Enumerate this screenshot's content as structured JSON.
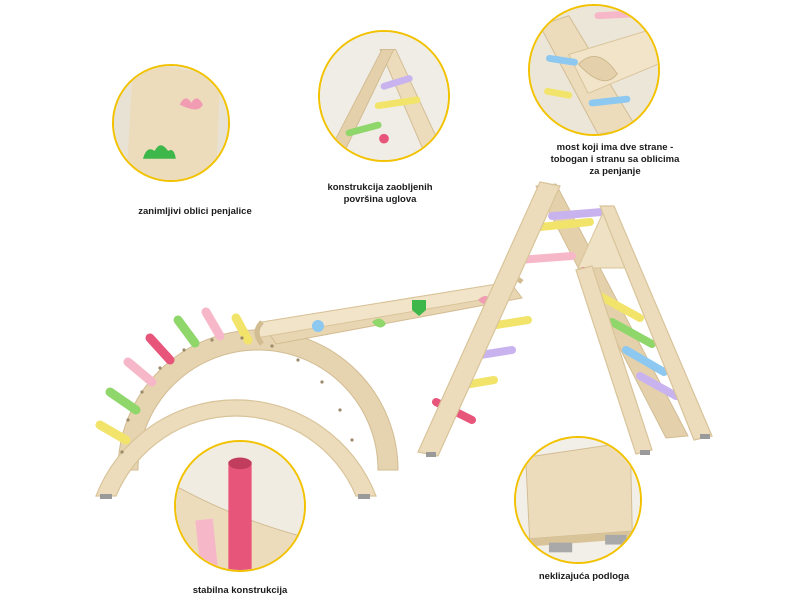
{
  "captions": {
    "shapes": "zanimljivi oblici penjalice",
    "corners_line1": "konstrukcija zaobljenih",
    "corners_line2": "površina uglova",
    "bridge_line1": "most koji ima dve strane -",
    "bridge_line2": "tobogan i stranu sa oblicima",
    "bridge_line3": "za penjanje",
    "stable": "stabilna konstrukcija",
    "nonslip": "neklizajuća podloga"
  },
  "colors": {
    "wood": "#ecdcbc",
    "wood_edge": "#d9c49a",
    "accent_ring": "#f2c200",
    "rung_yellow": "#f2e46a",
    "rung_green": "#8fd66b",
    "rung_pink": "#f6b8c8",
    "rung_purple": "#c9b3ee",
    "rung_blue": "#8cc8f0",
    "rung_red": "#e8557a",
    "shape_green": "#3db64a",
    "shape_pink": "#f19cb3"
  },
  "icons": {
    "callout_shapes": "climbing-shapes-closeup",
    "callout_corners": "rounded-corner-closeup",
    "callout_bridge": "bridge-closeup",
    "callout_stable": "rung-closeup",
    "callout_nonslip": "rubber-foot-closeup"
  }
}
